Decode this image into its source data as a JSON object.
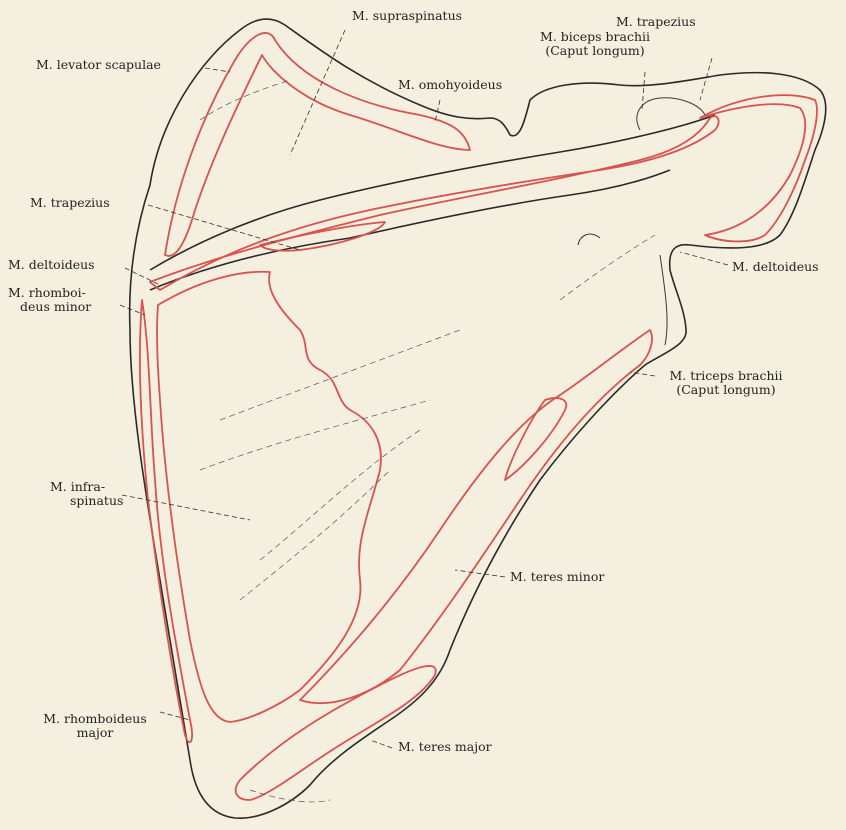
{
  "labels": {
    "supraspinatus": "M. supraspinatus",
    "trapezius_top": "M. trapezius",
    "biceps_line1": "M. biceps brachii",
    "biceps_line2": "(Caput longum)",
    "levator": "M. levator scapulae",
    "omohyoideus": "M. omohyoideus",
    "trapezius_left": "M. trapezius",
    "deltoideus_left": "M. deltoideus",
    "rhomboideus_minor_line1": "M. rhomboi-",
    "rhomboideus_minor_line2": "deus minor",
    "deltoideus_right": "M. deltoideus",
    "triceps_line1": "M. triceps brachii",
    "triceps_line2": "(Caput longum)",
    "infraspinatus_line1": "M. infra-",
    "infraspinatus_line2": "spinatus",
    "teres_minor": "M. teres minor",
    "rhomboideus_major_line1": "M. rhomboideus",
    "rhomboideus_major_line2": "major",
    "teres_major": "M. teres major"
  },
  "colors": {
    "paper": "#f4efdf",
    "bone_outline": "#2a2a2a",
    "muscle_attachment": "#d9534f"
  }
}
